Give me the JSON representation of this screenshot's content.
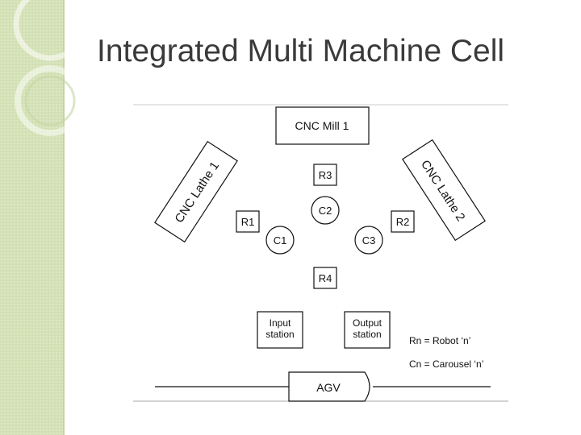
{
  "slide": {
    "title": "Integrated Multi Machine Cell"
  },
  "diagram": {
    "cnc_mill": "CNC Mill 1",
    "cnc_lathe_1": "CNC Lathe 1",
    "cnc_lathe_2": "CNC Lathe 2",
    "robots": [
      "R1",
      "R2",
      "R3",
      "R4"
    ],
    "carousels": [
      "C1",
      "C2",
      "C3"
    ],
    "input_station": [
      "Input",
      "station"
    ],
    "output_station": [
      "Output",
      "station"
    ],
    "agv": "AGV",
    "legend": [
      "Rn = Robot ‘n’",
      "Cn = Carousel ‘n’"
    ]
  },
  "colors": {
    "sidebar": "#d3e0b4",
    "title": "#3a3a3a",
    "stroke": "#111111"
  }
}
